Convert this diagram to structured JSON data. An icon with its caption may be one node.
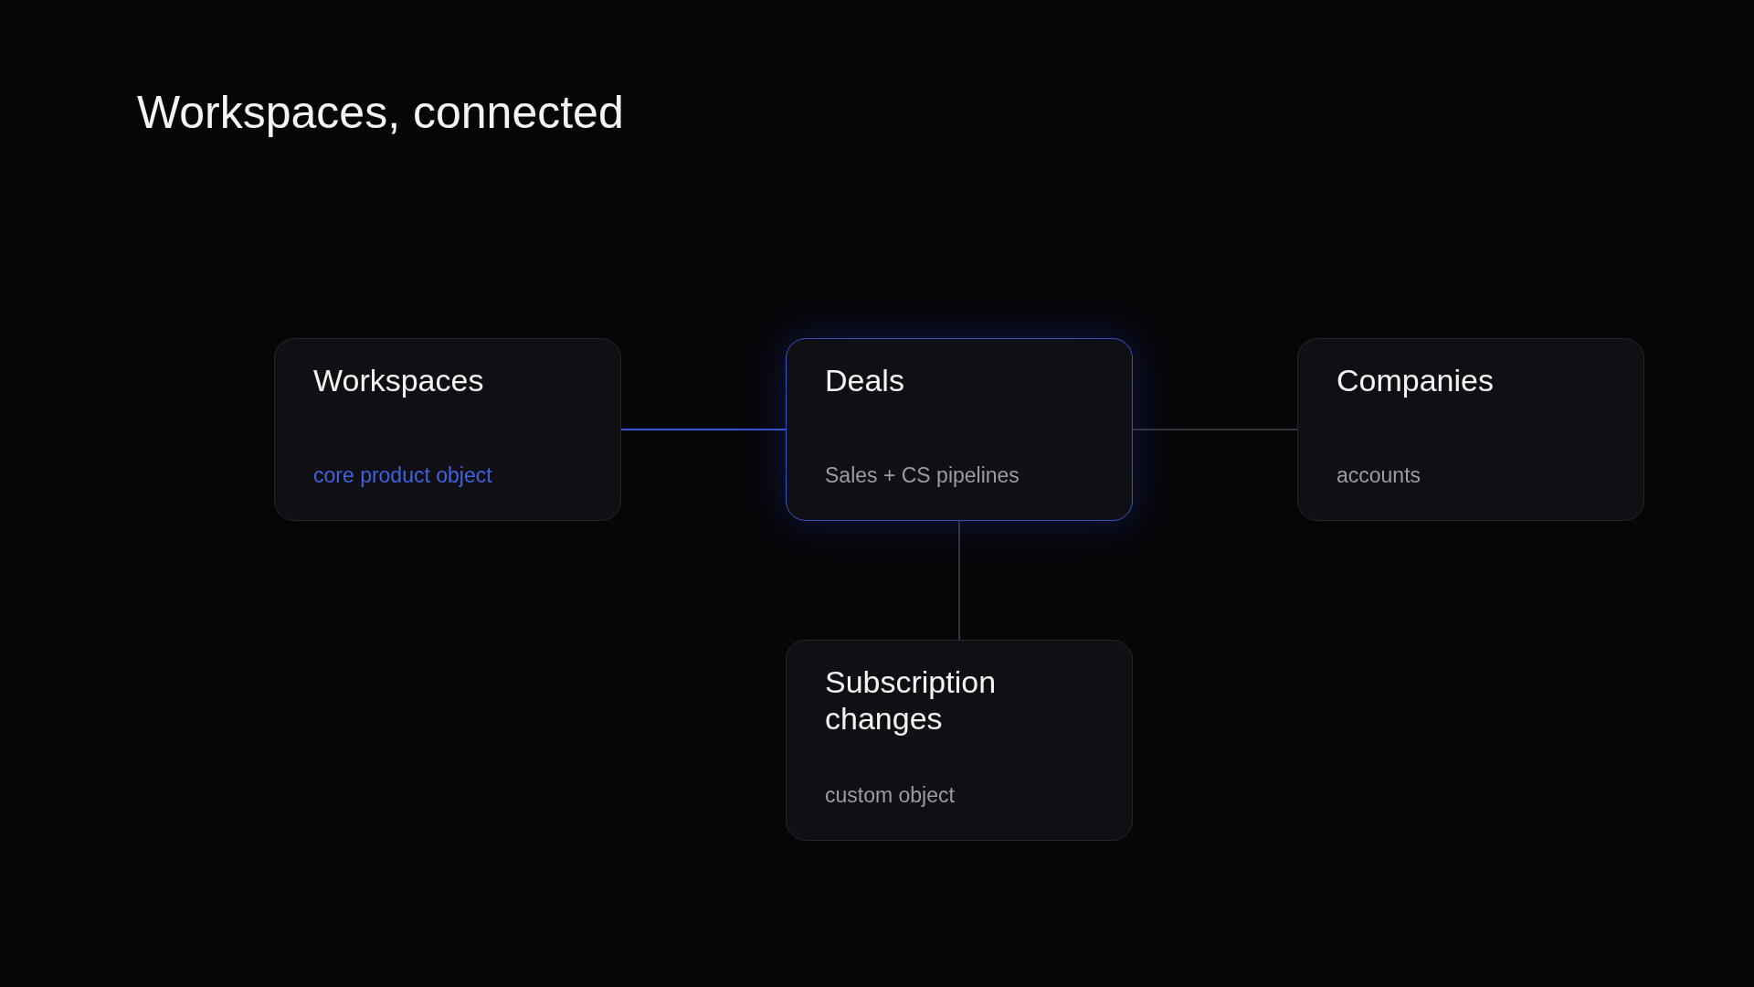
{
  "diagram": {
    "title": "Workspaces, connected",
    "nodes": [
      {
        "text": [
          "Workspaces",
          "core product object"
        ]
      },
      {
        "text": [
          "Deals",
          "Sales + CS pipelines"
        ]
      },
      {
        "text": [
          "Companies",
          "accounts"
        ]
      },
      {
        "text": [
          "Subscription changes",
          "custom object"
        ]
      }
    ],
    "edges": [
      {
        "from": 0,
        "to": 1,
        "arrow": "none",
        "color": "#3554d1"
      },
      {
        "from": 1,
        "to": 2,
        "arrow": "none"
      },
      {
        "from": 1,
        "to": 3,
        "arrow": "none"
      }
    ]
  }
}
